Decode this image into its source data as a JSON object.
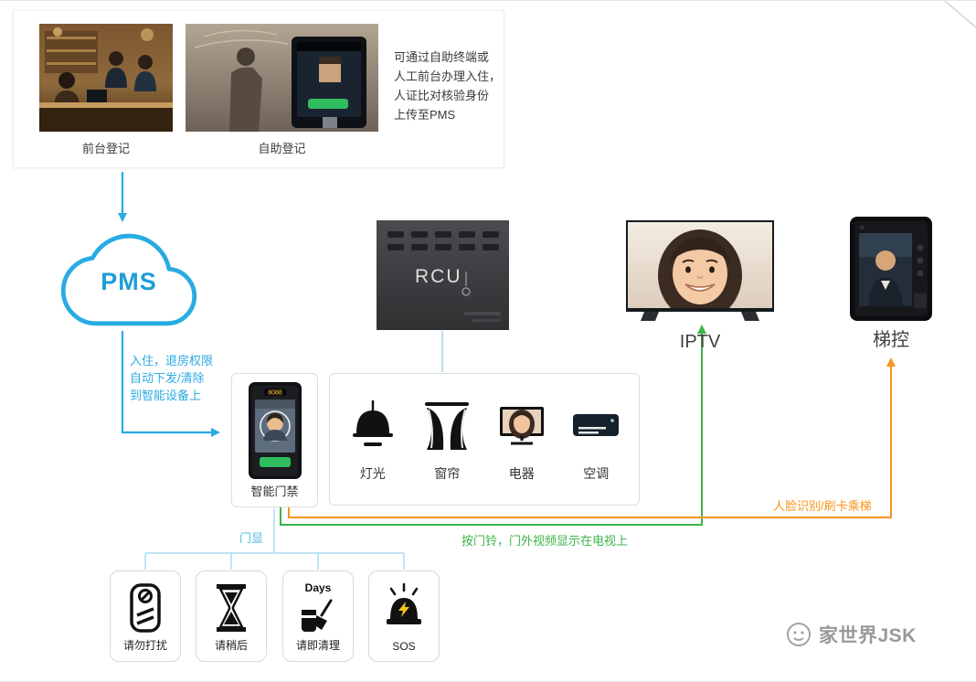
{
  "colors": {
    "accent_blue": "#29abe2",
    "accent_green": "#3cb54a",
    "accent_orange": "#f7941d"
  },
  "registration": {
    "front_desk_label": "前台登记",
    "kiosk_label": "自助登记",
    "desc_line1": "可通过自助终端或",
    "desc_line2": "人工前台办理入住，",
    "desc_line3": "人证比对核验身份",
    "desc_line4": "上传至PMS"
  },
  "pms": {
    "label": "PMS",
    "note_line1": "入住，退房权限",
    "note_line2": "自动下发/清除",
    "note_line3": "到智能设备上"
  },
  "rcu": {
    "label": "RCU"
  },
  "iptv": {
    "label": "IPTV"
  },
  "elevator": {
    "label": "梯控"
  },
  "door_access": {
    "label": "智能门禁",
    "led_text": "8088"
  },
  "room_devices": {
    "light_label": "灯光",
    "curtain_label": "窗帘",
    "appliance_label": "电器",
    "ac_label": "空调"
  },
  "door_display_label": "门显",
  "status_cards": {
    "dnd_label": "请勿打扰",
    "wait_label": "请稍后",
    "clean_label": "请即清理",
    "clean_days_text": "Days",
    "sos_label": "SOS"
  },
  "annotations": {
    "doorbell_note": "按门铃，门外视频显示在电视上",
    "elevator_note": "人脸识别/刷卡乘梯"
  },
  "watermark": {
    "text": "家世界JSK"
  }
}
